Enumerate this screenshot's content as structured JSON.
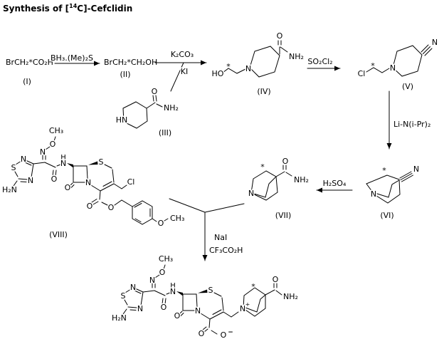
{
  "title": {
    "prefix": "Synthesis of [",
    "isotope": "14",
    "suffix": "C]-Cefclidin"
  },
  "reagents": {
    "step1": "BH₃.(Me)₂S",
    "step2_top": "K₂CO₃",
    "step2_bottom": "KI",
    "step3": "SO₂Cl₂",
    "step4": "Li-N(i-Pr)₂",
    "step5": "H₂SO₄",
    "step6_top": "NaI",
    "step6_bottom": "CF₃CO₂H"
  },
  "compounds": {
    "c1": {
      "formula": "BrCH₂*CO₂H",
      "label": "(I)"
    },
    "c2": {
      "formula": "BrCH₂*CH₂OH",
      "label": "(II)"
    },
    "c3": {
      "label": "(III)"
    },
    "c4": {
      "label": "(IV)"
    },
    "c5": {
      "label": "(V)"
    },
    "c6": {
      "label": "(VI)"
    },
    "c7": {
      "label": "(VII)"
    },
    "c8": {
      "label": "(VIII)"
    }
  },
  "atoms": {
    "N": "N",
    "O": "O",
    "S": "S",
    "H": "H",
    "Cl": "Cl",
    "HN": "HN",
    "HO": "HO",
    "NH2": "NH₂",
    "H2N": "H₂N",
    "CH3": "CH₃",
    "asterisk": "*",
    "plus": "+",
    "minus": "−"
  }
}
